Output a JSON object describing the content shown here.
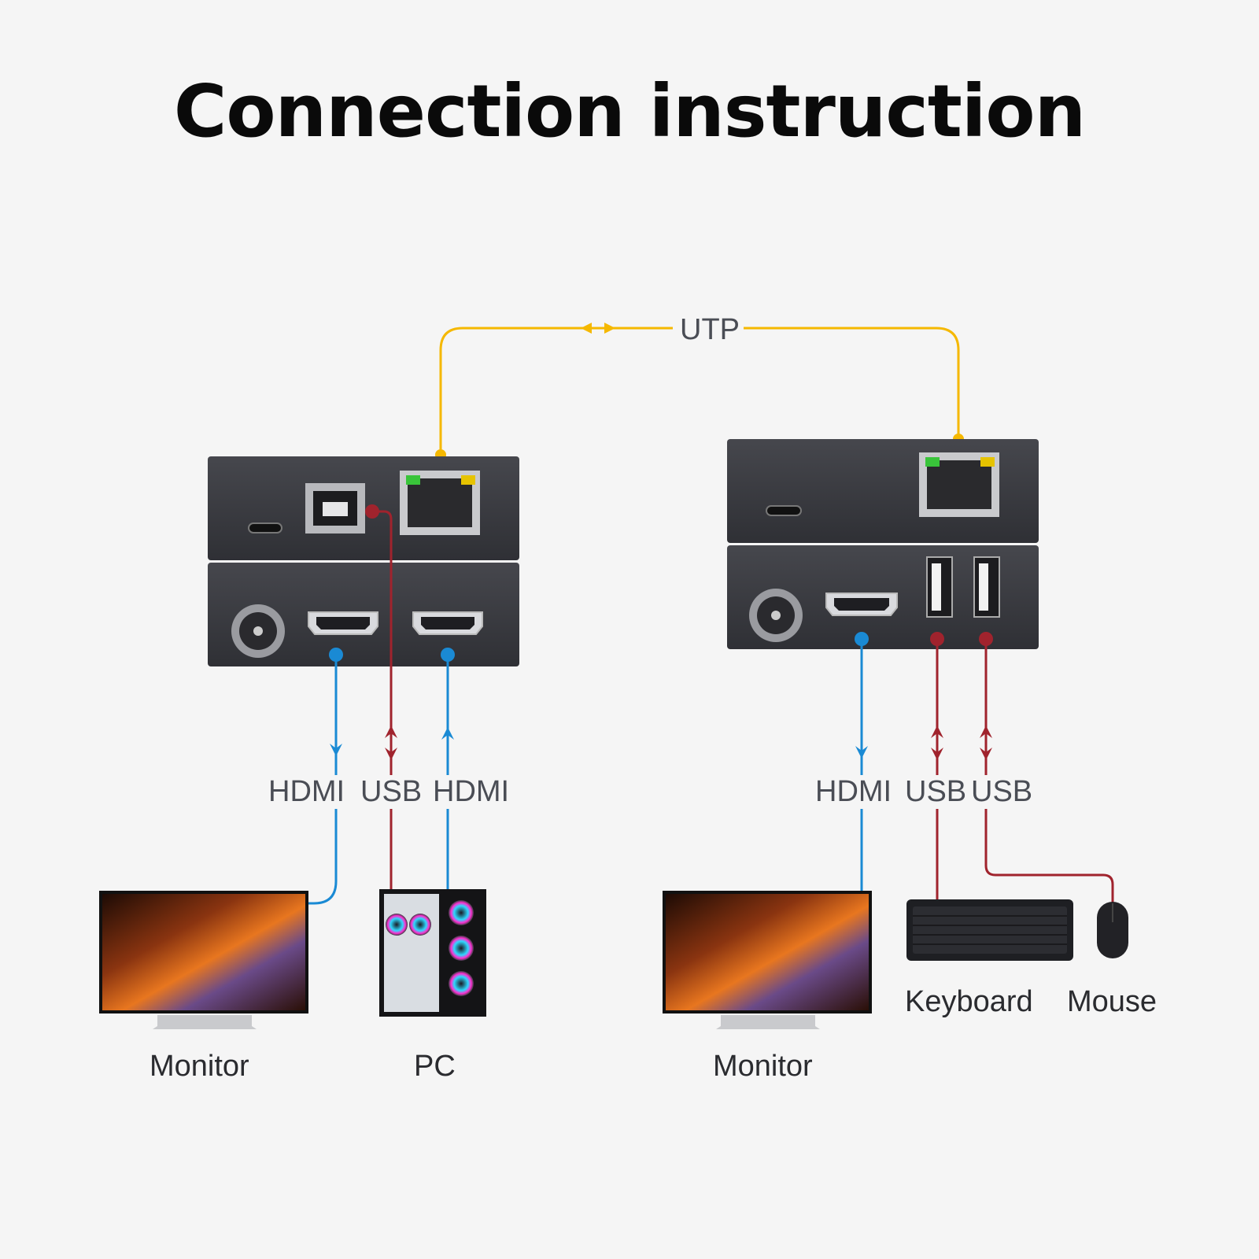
{
  "title": "Connection instruction",
  "utp_label": "UTP",
  "transmitter": {
    "cables": [
      "HDMI",
      "USB",
      "HDMI"
    ],
    "devices": [
      "Monitor",
      "PC"
    ]
  },
  "receiver": {
    "cables": [
      "HDMI",
      "USB",
      "USB"
    ],
    "devices": [
      "Monitor",
      "Keyboard",
      "Mouse"
    ]
  },
  "colors": {
    "utp": "#f5b800",
    "hdmi": "#1a8ad4",
    "usb": "#a0232d",
    "device_body": "#3b3c41"
  }
}
